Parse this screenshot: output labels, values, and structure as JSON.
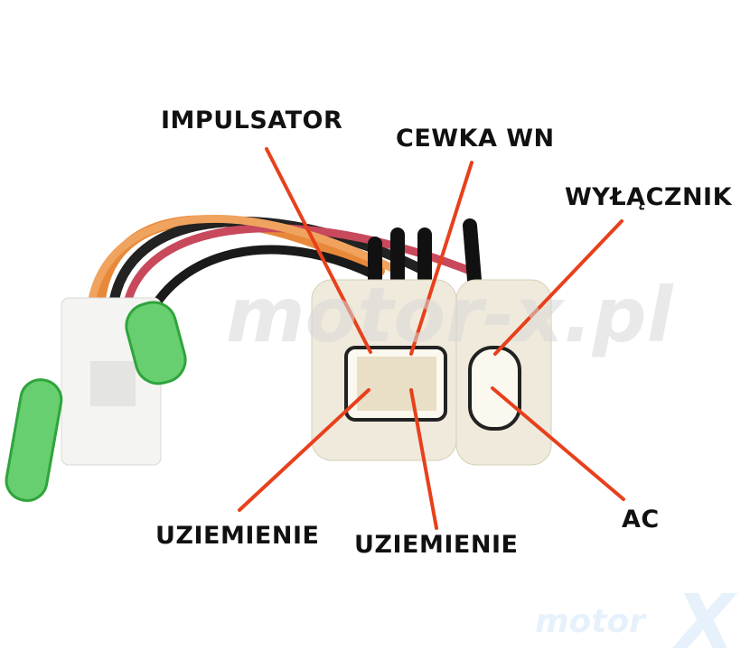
{
  "labels": {
    "impulsator": "IMPULSATOR",
    "cewka_wn": "CEWKA WN",
    "wylacznik": "WYŁĄCZNIK",
    "uziemienie_left": "UZIEMIENIE",
    "uziemienie_right": "UZIEMIENIE",
    "ac": "AC"
  },
  "watermark": "motor-x.pl",
  "logo": {
    "text": "motor",
    "mark": "X"
  },
  "colors": {
    "pointer_line": "#e8401c",
    "connector": "#efeadb",
    "green_terminal": "#4cc25a"
  }
}
